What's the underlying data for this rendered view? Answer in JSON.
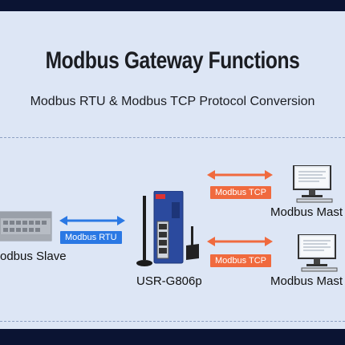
{
  "title": "Modbus Gateway Functions",
  "subtitle": "Modbus RTU & Modbus TCP Protocol Conversion",
  "nodes": {
    "slave": "odbus Slave",
    "gateway": "USR-G806p",
    "master_top": "Modbus Mast",
    "master_bottom": "Modbus Mast"
  },
  "links": {
    "rtu": "Modbus RTU",
    "tcp_top": "Modbus TCP",
    "tcp_bottom": "Modbus TCP"
  },
  "colors": {
    "background": "#dde6f5",
    "frame": "#0b1433",
    "rtu_blue": "#2a78e4",
    "tcp_orange": "#f06a3e"
  },
  "icons": [
    "plc-icon",
    "router-icon",
    "computer-icon"
  ]
}
